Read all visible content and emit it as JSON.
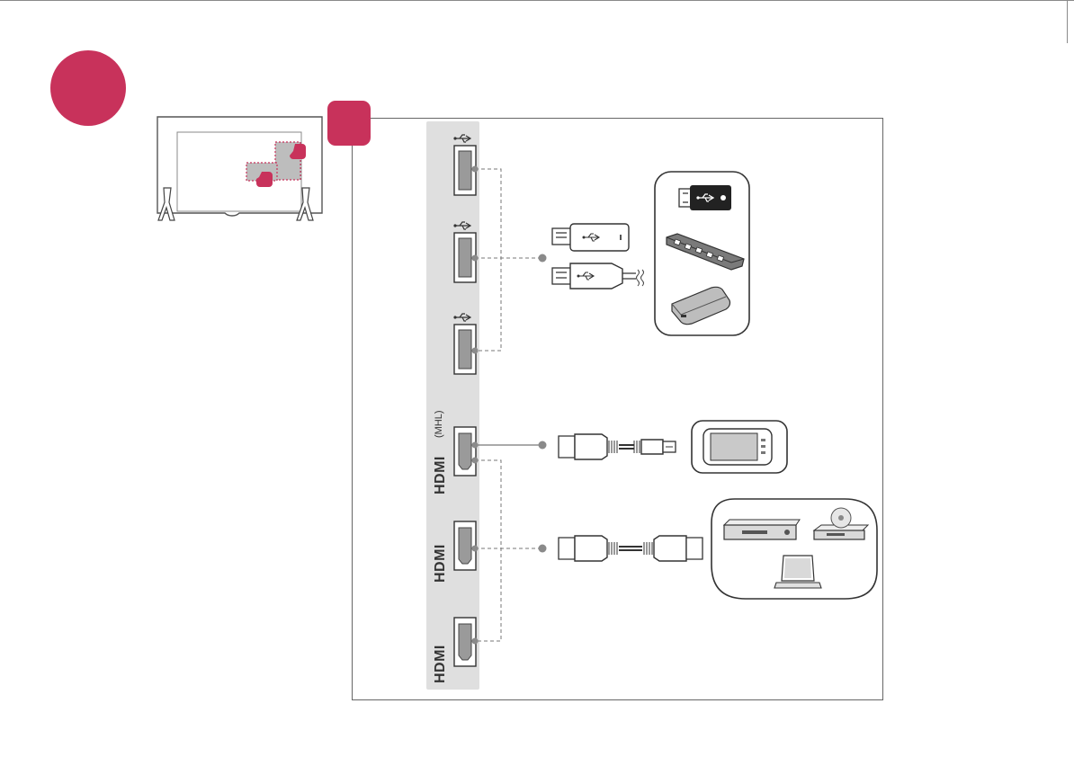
{
  "colors": {
    "accent": "#c8325b",
    "port_strip": "#dfdfdf",
    "frame": "#666666",
    "line": "#777777"
  },
  "ports": {
    "usb": [
      {
        "icon": "usb-icon"
      },
      {
        "icon": "usb-icon"
      },
      {
        "icon": "usb-icon"
      }
    ],
    "hdmi": [
      {
        "label": "HDMI",
        "mhl_label": "(MHL)"
      },
      {
        "label": "HDMI"
      },
      {
        "label": "HDMI"
      }
    ]
  },
  "devices": {
    "usb_group": [
      "usb-flash-drive-icon",
      "usb-cable-icon",
      "usb-hub-icon",
      "external-hdd-icon"
    ],
    "mhl_group": [
      "mhl-cable-icon",
      "smartphone-icon"
    ],
    "hdmi_group": [
      "hdmi-cable-icon",
      "av-receiver-icon",
      "disc-player-icon",
      "laptop-icon"
    ]
  }
}
